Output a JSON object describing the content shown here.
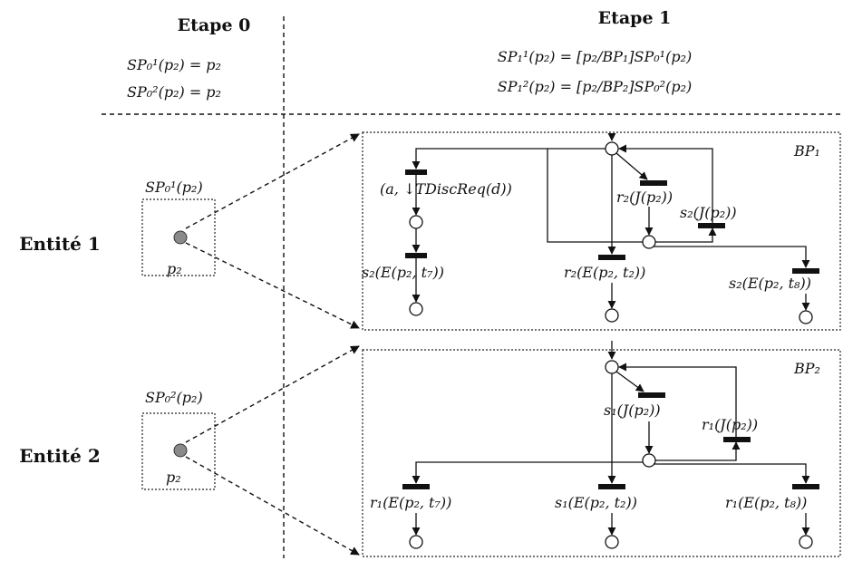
{
  "headers": {
    "step0": "Etape 0",
    "step1": "Etape 1"
  },
  "equations": {
    "step0_line1": "SP₀¹(p₂) = p₂",
    "step0_line2": "SP₀²(p₂) = p₂",
    "step1_line1": "SP₁¹(p₂) = [p₂/BP₁]SP₀¹(p₂)",
    "step1_line2": "SP₁²(p₂) = [p₂/BP₂]SP₀²(p₂)"
  },
  "entities": [
    {
      "label": "Entité 1",
      "sp_label": "SP₀¹(p₂)",
      "place_label": "p₂",
      "box_title": "BP₁",
      "transitions": {
        "left_top": "(a, ↓TDiscReq(d))",
        "left_bottom": "s₂(E(p₂, t₇))",
        "mid_upper": "r₂(J(p₂))",
        "right_upper": "s₂(J(p₂))",
        "mid_lower": "r₂(E(p₂, t₂))",
        "right_lower": "s₂(E(p₂, t₈))"
      }
    },
    {
      "label": "Entité 2",
      "sp_label": "SP₀²(p₂)",
      "place_label": "p₂",
      "box_title": "BP₂",
      "transitions": {
        "mid_upper": "s₁(J(p₂))",
        "right_upper": "r₁(J(p₂))",
        "left_lower": "r₁(E(p₂, t₇))",
        "mid_lower": "s₁(E(p₂, t₂))",
        "right_lower": "r₁(E(p₂, t₈))"
      }
    }
  ],
  "colors": {
    "ink": "#111111",
    "token": "#8a8a8a"
  }
}
